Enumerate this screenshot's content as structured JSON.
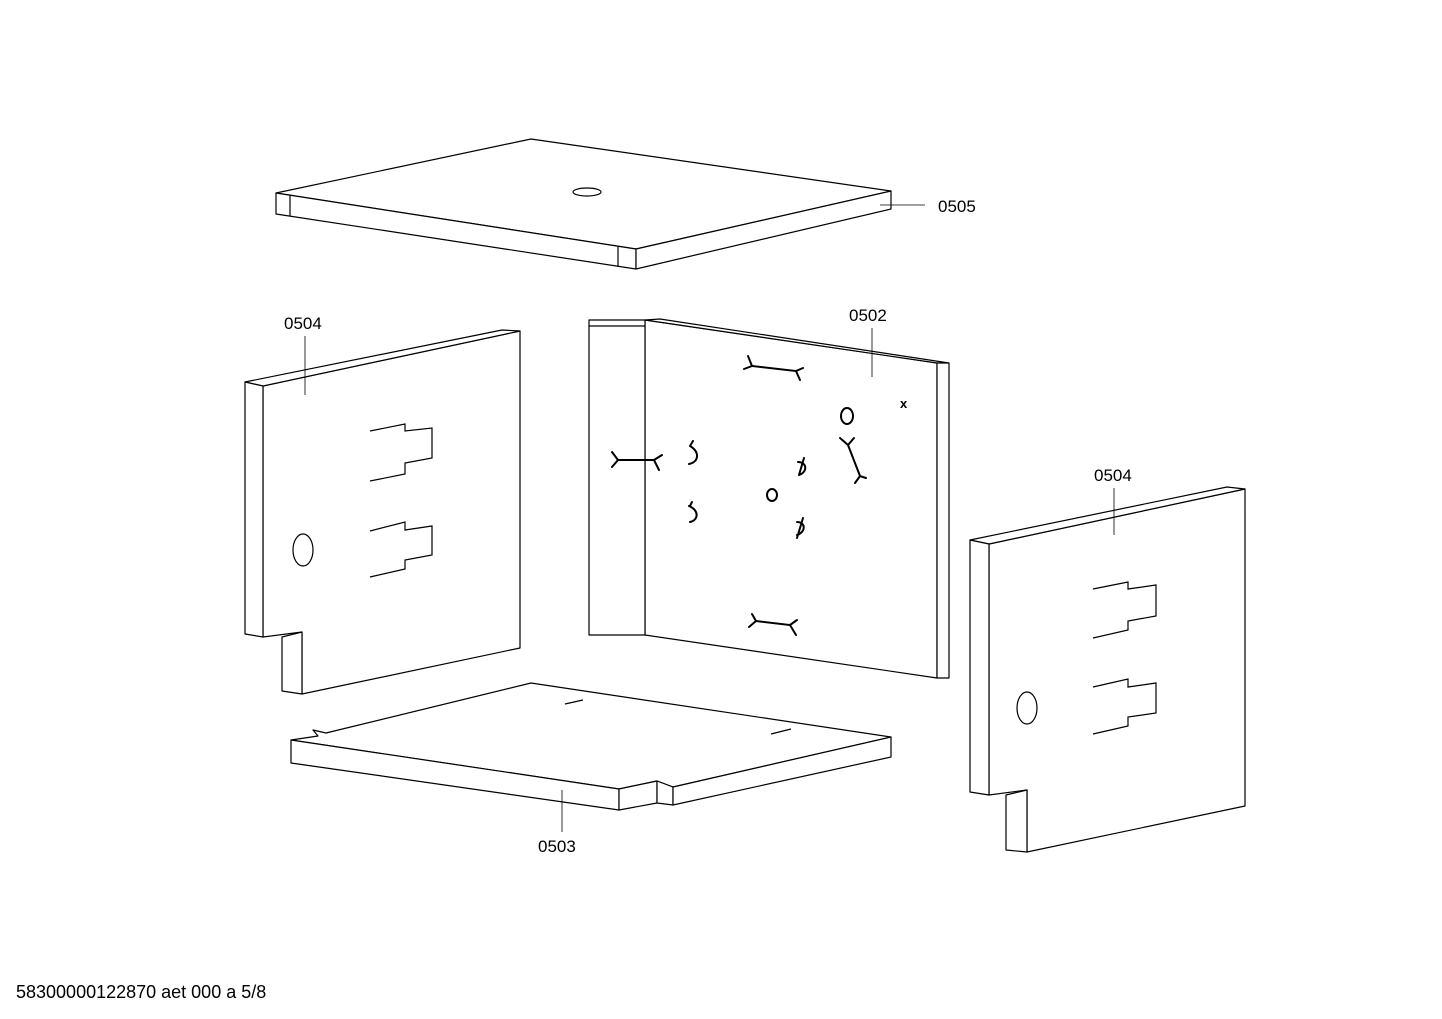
{
  "parts": {
    "top_panel": "0505",
    "left_side_panel": "0504",
    "back_panel": "0502",
    "right_side_panel": "0504",
    "bottom_panel": "0503"
  },
  "footer": {
    "document_code": "58300000122870 aet 000 a 5/8"
  }
}
